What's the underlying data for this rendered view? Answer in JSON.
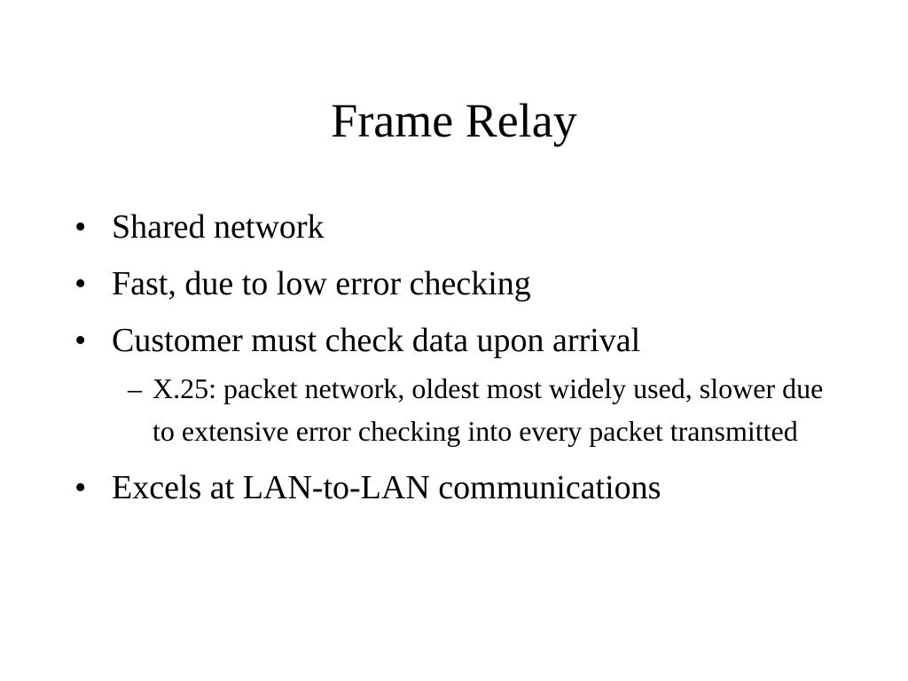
{
  "slide": {
    "title": "Frame Relay",
    "bullet_marker": "•",
    "sub_marker": "–",
    "bullets": [
      {
        "text": "Shared network"
      },
      {
        "text": "Fast, due to low error checking"
      },
      {
        "text": "Customer must check data upon arrival",
        "sub": "X.25: packet network, oldest most widely used, slower due to extensive error checking into every packet transmitted"
      },
      {
        "text": "Excels at LAN-to-LAN communications"
      }
    ]
  }
}
